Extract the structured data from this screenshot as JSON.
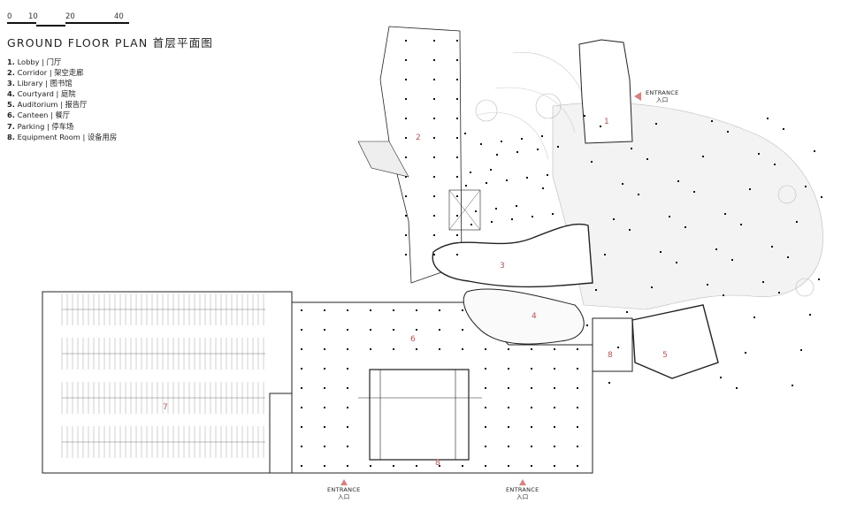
{
  "scale_bar": {
    "ticks": [
      "0",
      "10",
      "20",
      "40"
    ]
  },
  "title": "GROUND FLOOR PLAN  首层平面图",
  "legend": [
    {
      "num": "1.",
      "label": "Lobby | 门厅"
    },
    {
      "num": "2.",
      "label": "Corridor | 架空走廊"
    },
    {
      "num": "3.",
      "label": "Library | 图书馆"
    },
    {
      "num": "4.",
      "label": "Courtyard | 庭院"
    },
    {
      "num": "5.",
      "label": "Auditorium | 报告厅"
    },
    {
      "num": "6.",
      "label": "Canteen | 餐厅"
    },
    {
      "num": "7.",
      "label": "Parking | 停车场"
    },
    {
      "num": "8.",
      "label": "Equipment Room | 设备用房"
    }
  ],
  "plan_labels": {
    "lobby": "1",
    "corridor": "2",
    "library": "3",
    "courtyard": "4",
    "auditorium": "5",
    "canteen": "6",
    "parking": "7",
    "equipment_a": "8",
    "equipment_b": "8"
  },
  "entrances": [
    {
      "en": "ENTRANCE",
      "zh": "入口"
    },
    {
      "en": "ENTRANCE",
      "zh": "入口"
    },
    {
      "en": "ENTRANCE",
      "zh": "入口"
    }
  ],
  "colors": {
    "label": "#c0504d",
    "entrance": "#d98080",
    "line": "#222222"
  }
}
